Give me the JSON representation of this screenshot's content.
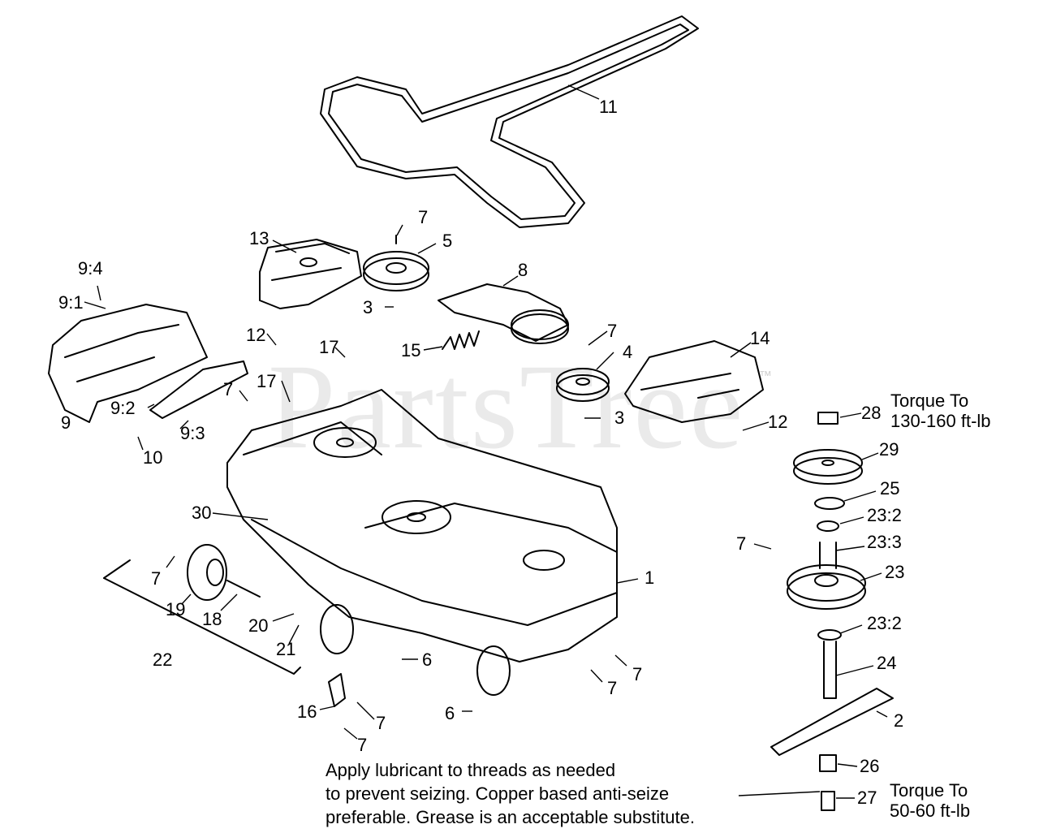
{
  "watermark": "PartsTree",
  "trademark": "™",
  "callouts": {
    "c11": "11",
    "c13": "13",
    "c7a": "7",
    "c5": "5",
    "c8": "8",
    "c3a": "3",
    "c94": "9:4",
    "c91": "9:1",
    "c12a": "12",
    "c17a": "17",
    "c17b": "17",
    "c7b": "7",
    "c92": "9:2",
    "c93": "9:3",
    "c9": "9",
    "c10": "10",
    "c15": "15",
    "c7c": "7",
    "c4": "4",
    "c3b": "3",
    "c14": "14",
    "c12b": "12",
    "c28": "28",
    "c29": "29",
    "c25": "25",
    "c232a": "23:2",
    "c7d": "7",
    "c233": "23:3",
    "c23": "23",
    "c1": "1",
    "c30": "30",
    "c7e": "7",
    "c19": "19",
    "c18": "18",
    "c20": "20",
    "c21": "21",
    "c22": "22",
    "c6a": "6",
    "c232b": "23:2",
    "c24": "24",
    "c7f": "7",
    "c7g": "7",
    "c2": "2",
    "c16": "16",
    "c7h": "7",
    "c6b": "6",
    "c7i": "7",
    "c26": "26",
    "c27": "27"
  },
  "torque_top": {
    "line1": "Torque To",
    "line2": "130-160 ft-lb"
  },
  "torque_bottom": {
    "line1": "Torque To",
    "line2": "50-60 ft-lb"
  },
  "note": {
    "line1": "Apply lubricant to threads as needed",
    "line2": "to prevent seizing. Copper based anti-seize",
    "line3": "preferable. Grease is an acceptable substitute."
  }
}
